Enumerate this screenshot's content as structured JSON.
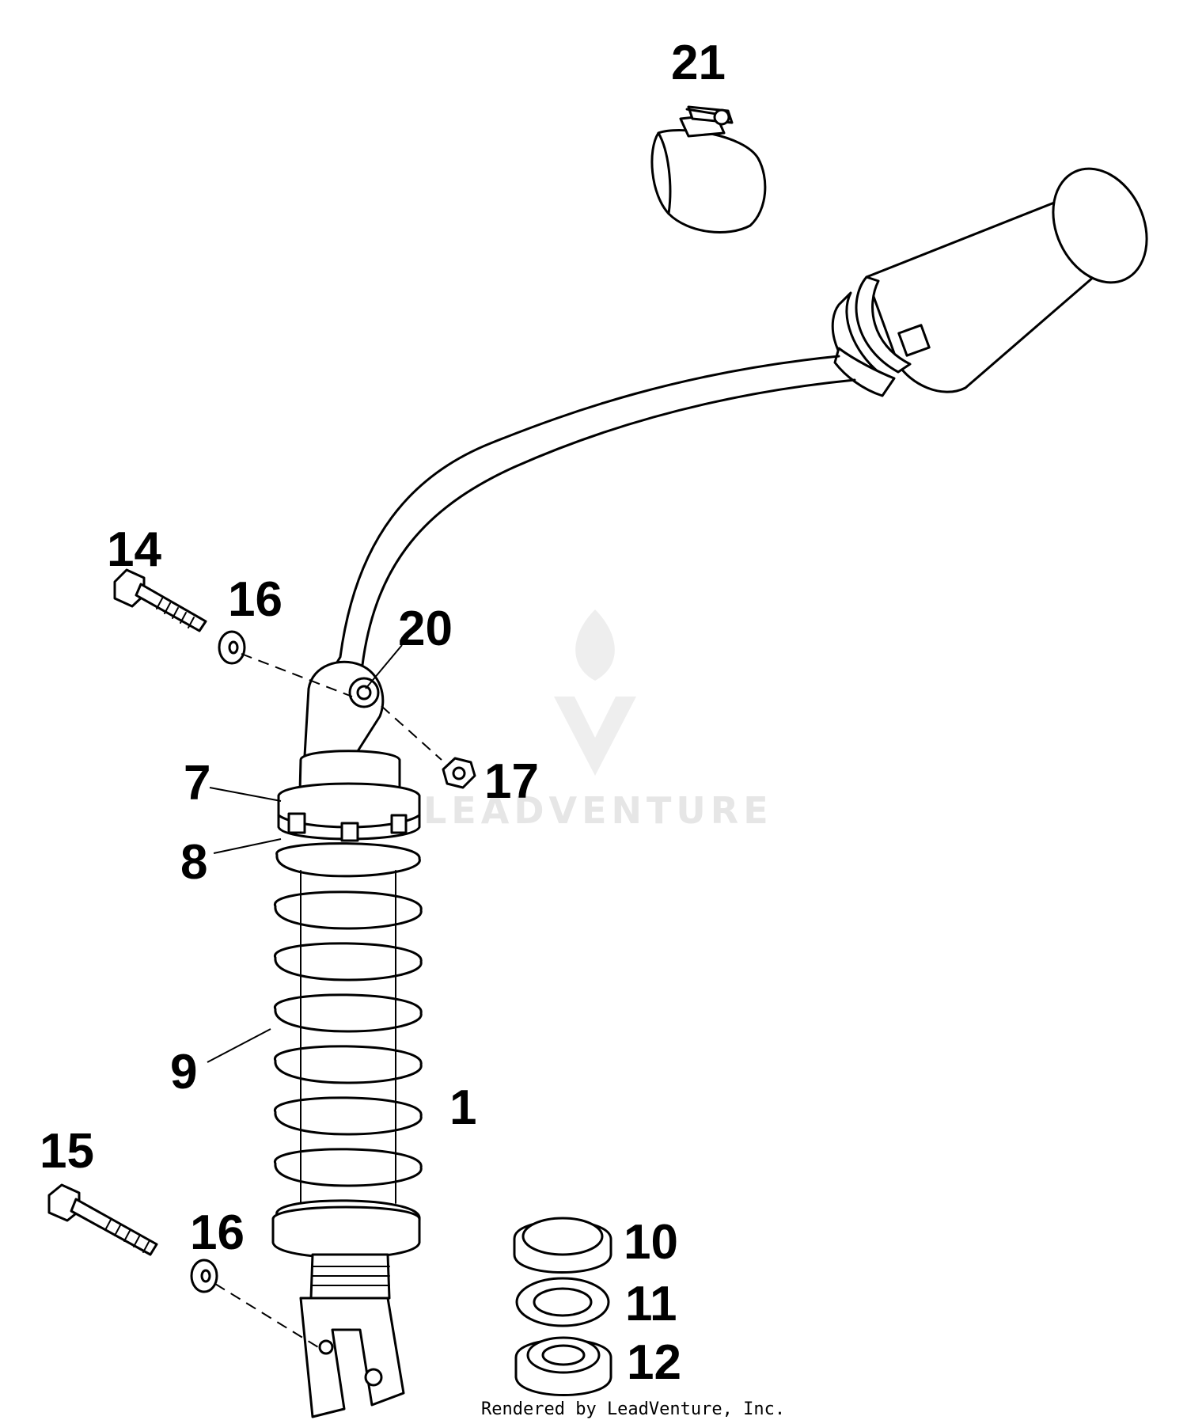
{
  "labels": {
    "p1": "1",
    "p7": "7",
    "p8": "8",
    "p9": "9",
    "p10": "10",
    "p11": "11",
    "p12": "12",
    "p14": "14",
    "p15": "15",
    "p16a": "16",
    "p16b": "16",
    "p17": "17",
    "p20": "20",
    "p21": "21"
  },
  "watermark": {
    "text": "LEADVENTURE"
  },
  "footer": {
    "text": "Rendered by LeadVenture, Inc."
  },
  "colors": {
    "ink": "#000000",
    "paper": "#ffffff",
    "watermark": "#e6e6e6"
  }
}
